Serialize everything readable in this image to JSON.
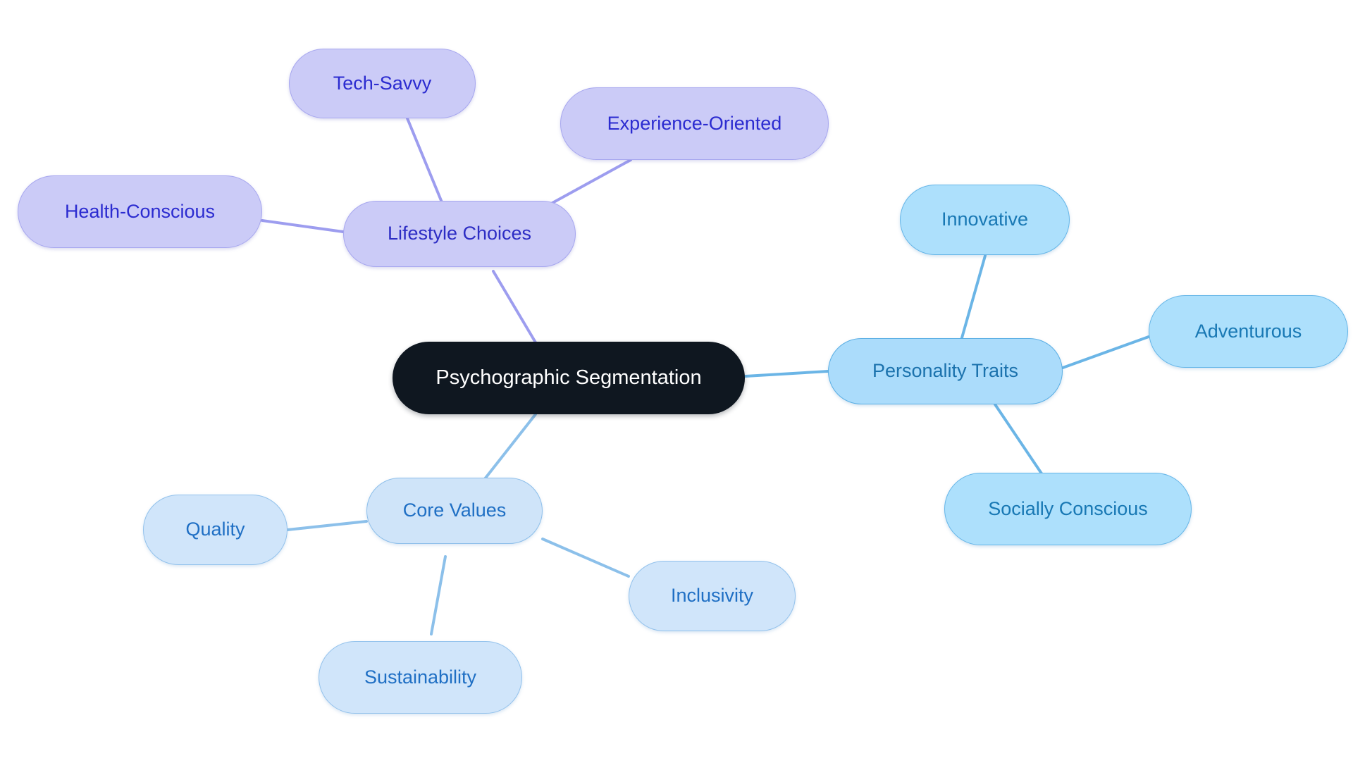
{
  "diagram": {
    "type": "mindmap",
    "title": "Psychographic Segmentation",
    "background": "#ffffff"
  },
  "root": {
    "label": "Psychographic Segmentation",
    "fill": "#0f1720",
    "text_color": "#ffffff"
  },
  "branches": [
    {
      "id": "lifestyle-choices",
      "label": "Lifestyle Choices",
      "fill": "#cbcbf7",
      "border": "#a7a7ef",
      "text_color": "#2d2dc4",
      "edge_color": "#9d9def",
      "children": [
        {
          "id": "tech-savvy",
          "label": "Tech-Savvy"
        },
        {
          "id": "experience-oriented",
          "label": "Experience-Oriented"
        },
        {
          "id": "health-conscious",
          "label": "Health-Conscious"
        }
      ]
    },
    {
      "id": "personality-traits",
      "label": "Personality Traits",
      "fill": "#abdcfb",
      "border": "#5aaee4",
      "text_color": "#1b72ad",
      "edge_color": "#6bb5e6",
      "children": [
        {
          "id": "innovative",
          "label": "Innovative"
        },
        {
          "id": "adventurous",
          "label": "Adventurous"
        },
        {
          "id": "socially-conscious",
          "label": "Socially Conscious"
        }
      ]
    },
    {
      "id": "core-values",
      "label": "Core Values",
      "fill": "#cfe4f9",
      "border": "#8ebfea",
      "text_color": "#1f6fc4",
      "edge_color": "#8cc0ea",
      "children": [
        {
          "id": "quality",
          "label": "Quality"
        },
        {
          "id": "inclusivity",
          "label": "Inclusivity"
        },
        {
          "id": "sustainability",
          "label": "Sustainability"
        }
      ]
    }
  ]
}
